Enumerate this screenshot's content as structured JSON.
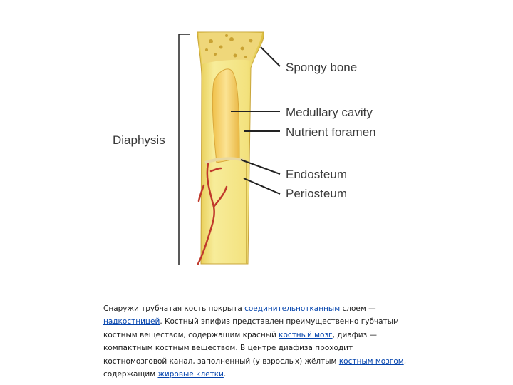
{
  "diagram": {
    "labels": {
      "spongy_bone": "Spongy bone",
      "medullary_cavity": "Medullary cavity",
      "nutrient_foramen": "Nutrient foramen",
      "endosteum": "Endosteum",
      "periosteum": "Periosteum",
      "diaphysis": "Diaphysis"
    },
    "colors": {
      "bone": "#f4e489",
      "bone_dark": "#dcbf3c",
      "cavity": "#f8d870",
      "vessel": "#c0392b",
      "line": "#222222"
    }
  },
  "caption": {
    "t1": "Снаружи трубчатая кость покрыта ",
    "link1": "соединительнотканным",
    "t2": " слоем — ",
    "link2": "надкостницей",
    "t3": ". Костный эпифиз представлен преимущественно губчатым костным веществом, содержащим красный ",
    "link3": "костный мозг",
    "t4": ", диафиз — компактным костным веществом. В центре диафиза проходит костномозговой канал, заполненный (у взрослых) жёлтым ",
    "link4": "костным мозгом",
    "t5": ", содержащим ",
    "link5": "жировые клетки",
    "t6": "."
  }
}
